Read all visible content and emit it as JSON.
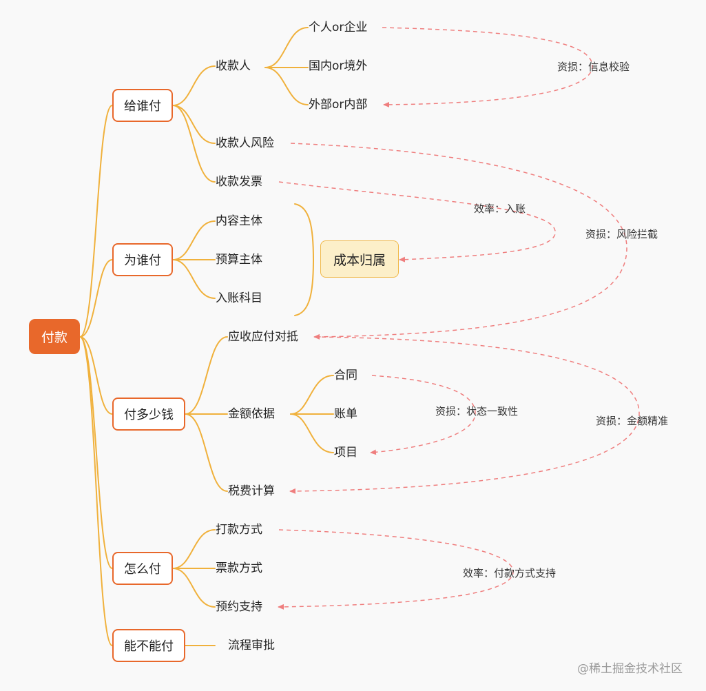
{
  "root": "付款",
  "categories": {
    "who_to_pay": "给谁付",
    "for_whom": "为谁付",
    "how_much": "付多少钱",
    "how_pay": "怎么付",
    "can_pay": "能不能付"
  },
  "nodes": {
    "payee": "收款人",
    "payee_personal": "个人or企业",
    "payee_domestic": "国内or境外",
    "payee_external": "外部or内部",
    "payee_risk": "收款人风险",
    "payee_invoice": "收款发票",
    "content_subject": "内容主体",
    "budget_subject": "预算主体",
    "account_subject": "入账科目",
    "cost_attribution": "成本归属",
    "offset": "应收应付对抵",
    "amount_basis": "金额依据",
    "contract": "合同",
    "bill": "账单",
    "project": "项目",
    "tax_calc": "税费计算",
    "pay_method": "打款方式",
    "ticket_method": "票款方式",
    "reservation": "预约支持",
    "approval": "流程审批"
  },
  "annotations": {
    "info_check": "资损：信息校验",
    "entry": "效率：入账",
    "risk_block": "资损：风险拦截",
    "state_consistency": "资损：状态一致性",
    "amount_accuracy": "资损：金额精准",
    "pay_method_support": "效率：付款方式支持"
  },
  "watermark": "@稀土掘金技术社区",
  "colors": {
    "root_fill": "#e8682b",
    "box_border": "#e8682b",
    "branch": "#f0b13c",
    "dashed": "#ef7e7e",
    "highlight_fill": "#fcefc9"
  }
}
